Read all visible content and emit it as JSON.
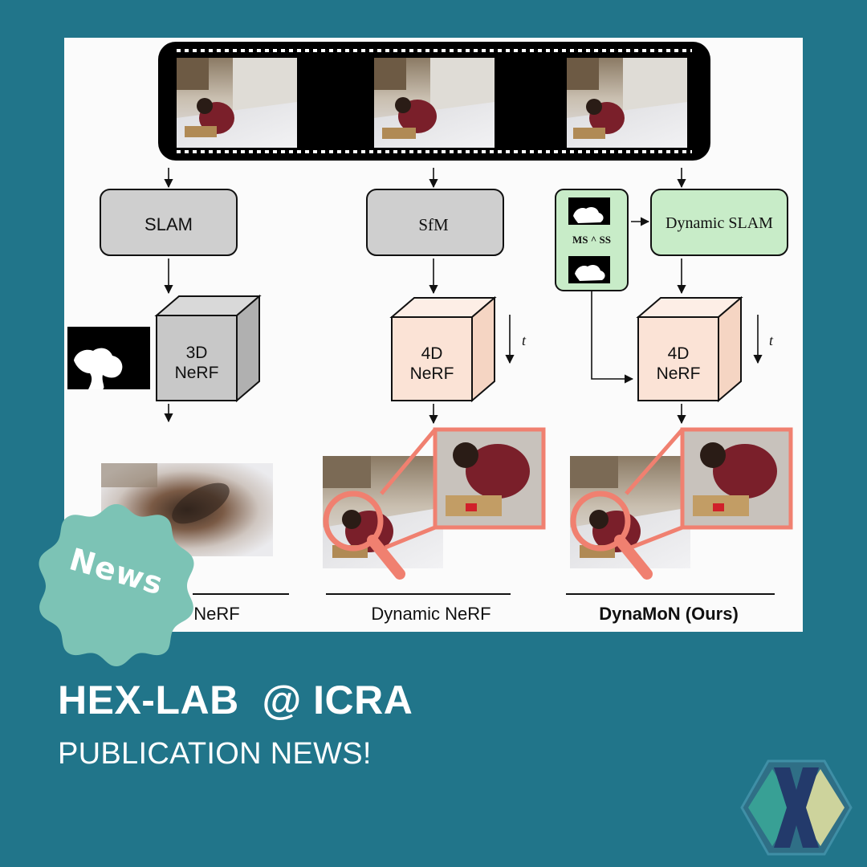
{
  "post": {
    "headline": "HEX-LAB  @ ICRA",
    "subheadline": "PUBLICATION NEWS!",
    "badge": "News",
    "logo_icon": "hex-lab-x-logo-icon"
  },
  "figure": {
    "pipelines": [
      {
        "step": "SLAM",
        "model_line1": "3D",
        "model_line2": "NeRF",
        "caption": "NeRF"
      },
      {
        "step": "SfM",
        "model_line1": "4D",
        "model_line2": "NeRF",
        "time_label": "t",
        "caption": "Dynamic NeRF"
      },
      {
        "step": "Dynamic SLAM",
        "mask_label": "MS ^ SS",
        "model_line1": "4D",
        "model_line2": "NeRF",
        "time_label": "t",
        "caption": "DynaMoN (Ours)"
      }
    ]
  },
  "colors": {
    "background": "#21758a",
    "badge": "#7cc3b5",
    "gray_box": "#cfcfcf",
    "green_box": "#c8ecc8",
    "peach_box": "#fbe3d6",
    "magnifier": "#f08070"
  }
}
